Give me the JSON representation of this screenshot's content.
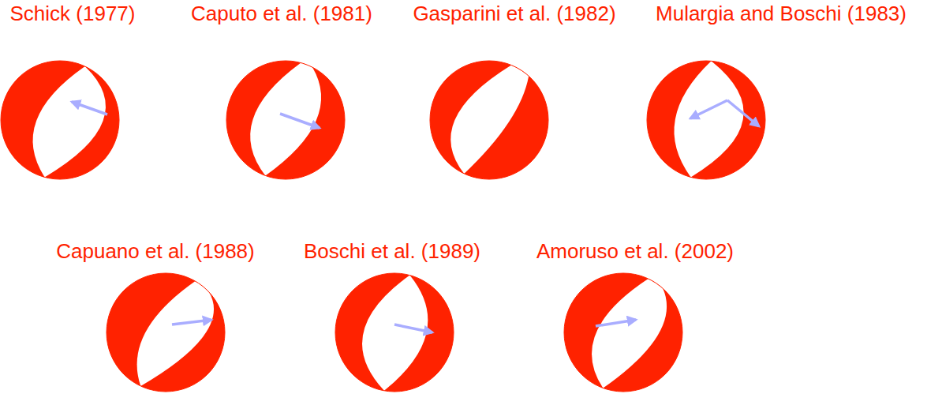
{
  "diagram": {
    "nodes": [
      {
        "text": [
          "Schick (1977)"
        ]
      },
      {
        "text": [
          "Caputo et al. (1981)"
        ]
      },
      {
        "text": [
          "Gasparini et al. (1982)"
        ]
      },
      {
        "text": [
          "Mulargia and Boschi (1983)"
        ]
      },
      {
        "text": [
          "Capuano et al. (1988)"
        ]
      },
      {
        "text": [
          "Boschi et al. (1989)"
        ]
      },
      {
        "text": [
          "Amoruso et al. (2002)"
        ]
      }
    ]
  }
}
